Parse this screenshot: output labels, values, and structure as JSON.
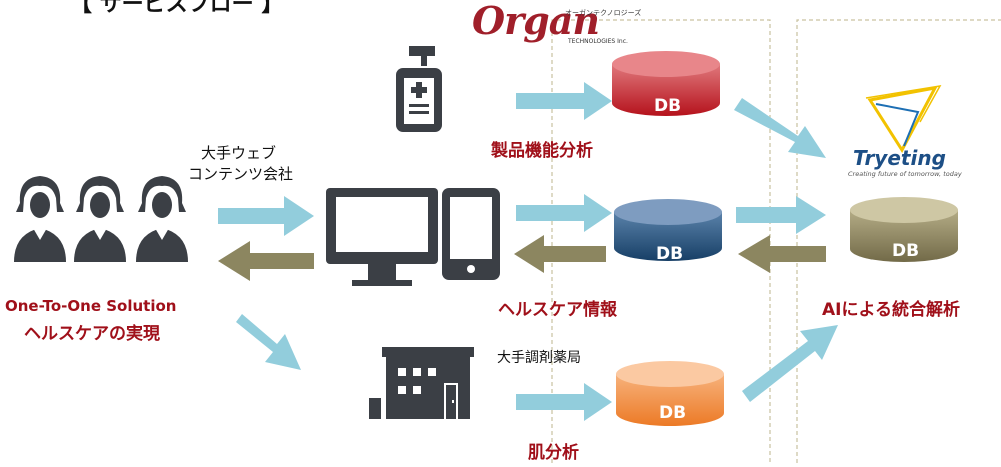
{
  "header": {
    "title": "【 サービスフロー 】"
  },
  "logos": {
    "organ": {
      "wordmark": "Organ",
      "kana": "オーガンテクノロジーズ",
      "sub": "TECHNOLOGIES Inc."
    },
    "tryeting": {
      "wordmark": "Tryeting",
      "tagline": "Creating future of tomorrow, today"
    }
  },
  "actors": {
    "web_company": [
      "大手ウェブ",
      "コンテンツ会社"
    ],
    "pharmacy": "大手調剤薬局"
  },
  "databases": {
    "product": {
      "label": "DB",
      "caption": "製品機能分析"
    },
    "healthcare": {
      "label": "DB",
      "caption": "ヘルスケア情報"
    },
    "skin": {
      "label": "DB",
      "caption": "肌分析"
    },
    "ai": {
      "label": "DB",
      "caption": "AIによる統合解析"
    }
  },
  "solution": [
    "One-To-One Solution",
    "ヘルスケアの実現"
  ],
  "icons": [
    "users-icon",
    "desktop-monitor-icon",
    "smartphone-icon",
    "sanitizer-bottle-icon",
    "building-icon",
    "arrow-icon"
  ],
  "colors": {
    "arrow_light": "#92cddc",
    "arrow_dark": "#8c8660",
    "icon_dark": "#3b3f45",
    "db_red": "#c8202a",
    "db_blue": "#1f4e79",
    "db_orange": "#f28a3c",
    "db_olive": "#7e7654",
    "text_red": "#a0101a",
    "organ_red": "#a01f2a",
    "tryeting_yellow": "#f2c200",
    "tryeting_blue": "#1d6fb4"
  }
}
